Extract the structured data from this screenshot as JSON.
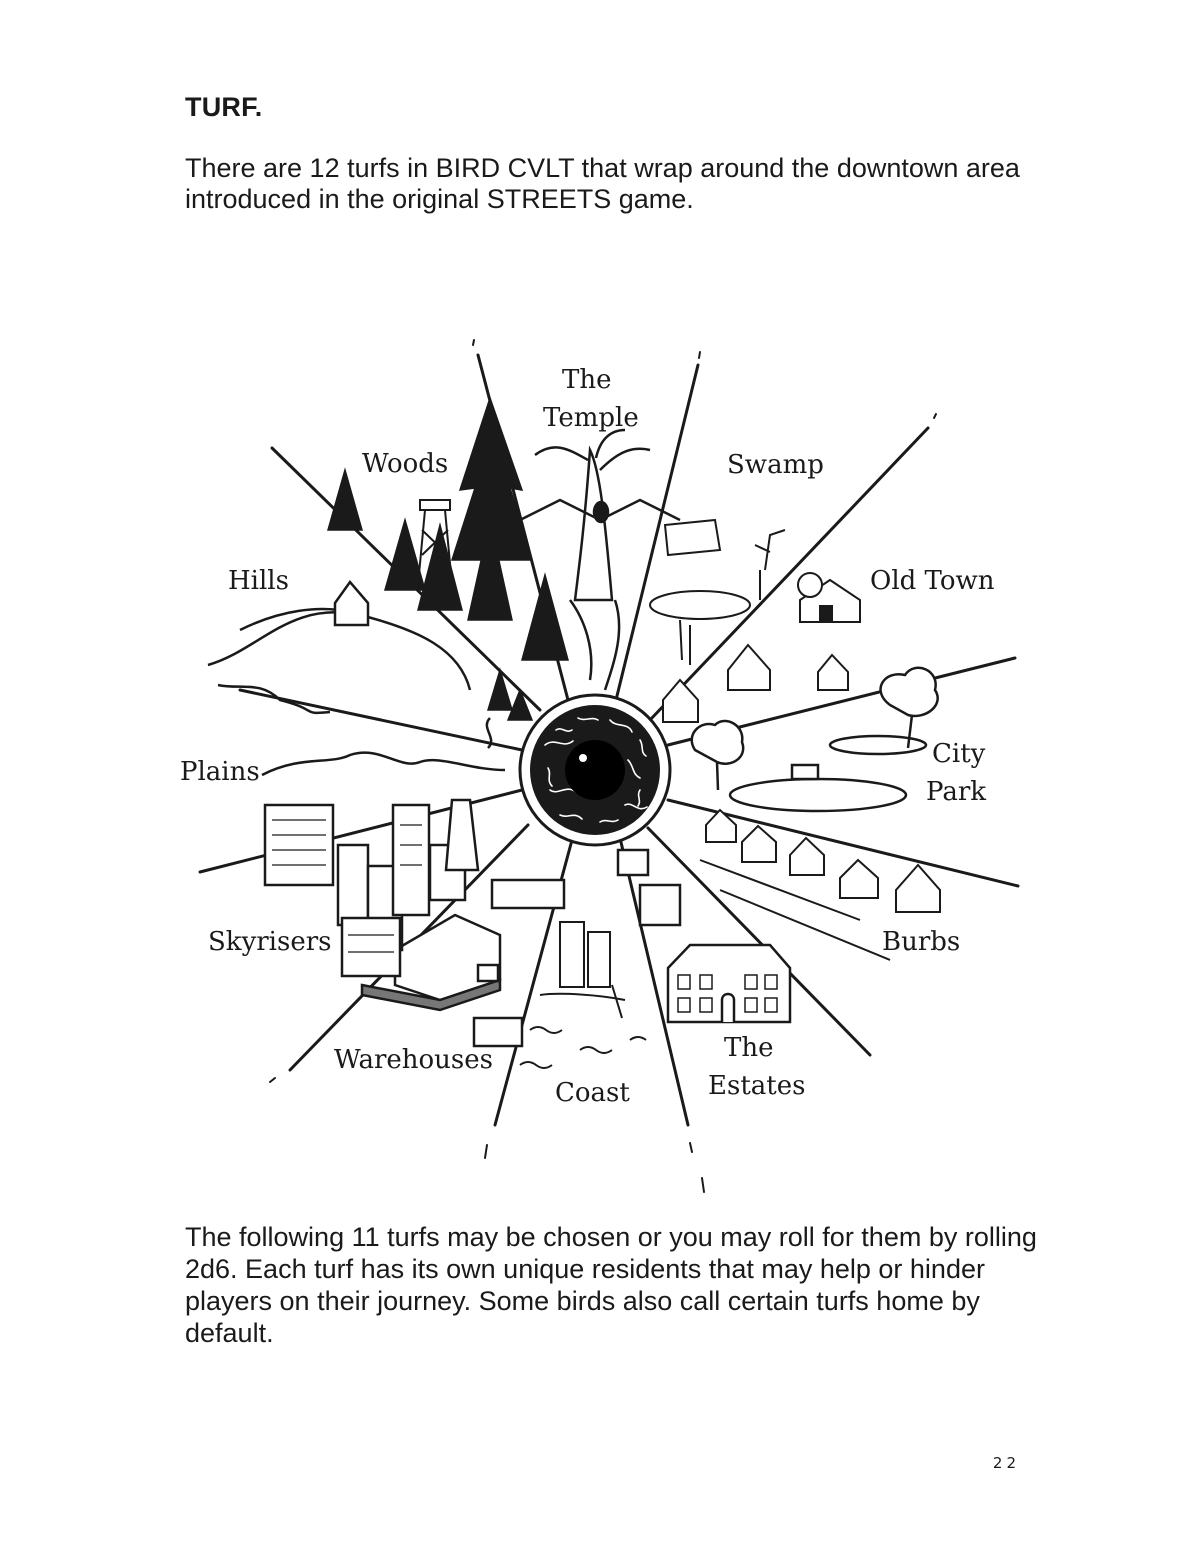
{
  "heading": "TURF.",
  "intro": "There are 12 turfs in BIRD CVLT that wrap around the downtown area introduced in the original STREETS game.",
  "turfs": [
    "The",
    "Temple",
    "Woods",
    "Swamp",
    "Hills",
    "Old Town",
    "Plains",
    "City",
    "Park",
    "Skyrisers",
    "Burbs",
    "Warehouses",
    "The",
    "Estates",
    "Coast"
  ],
  "outro": "The following 11 turfs may be chosen or you may roll for them by rolling 2d6. Each turf has its own unique residents that may help or hinder players on their journey. Some birds also call certain turfs home by default.",
  "page_number": "22"
}
